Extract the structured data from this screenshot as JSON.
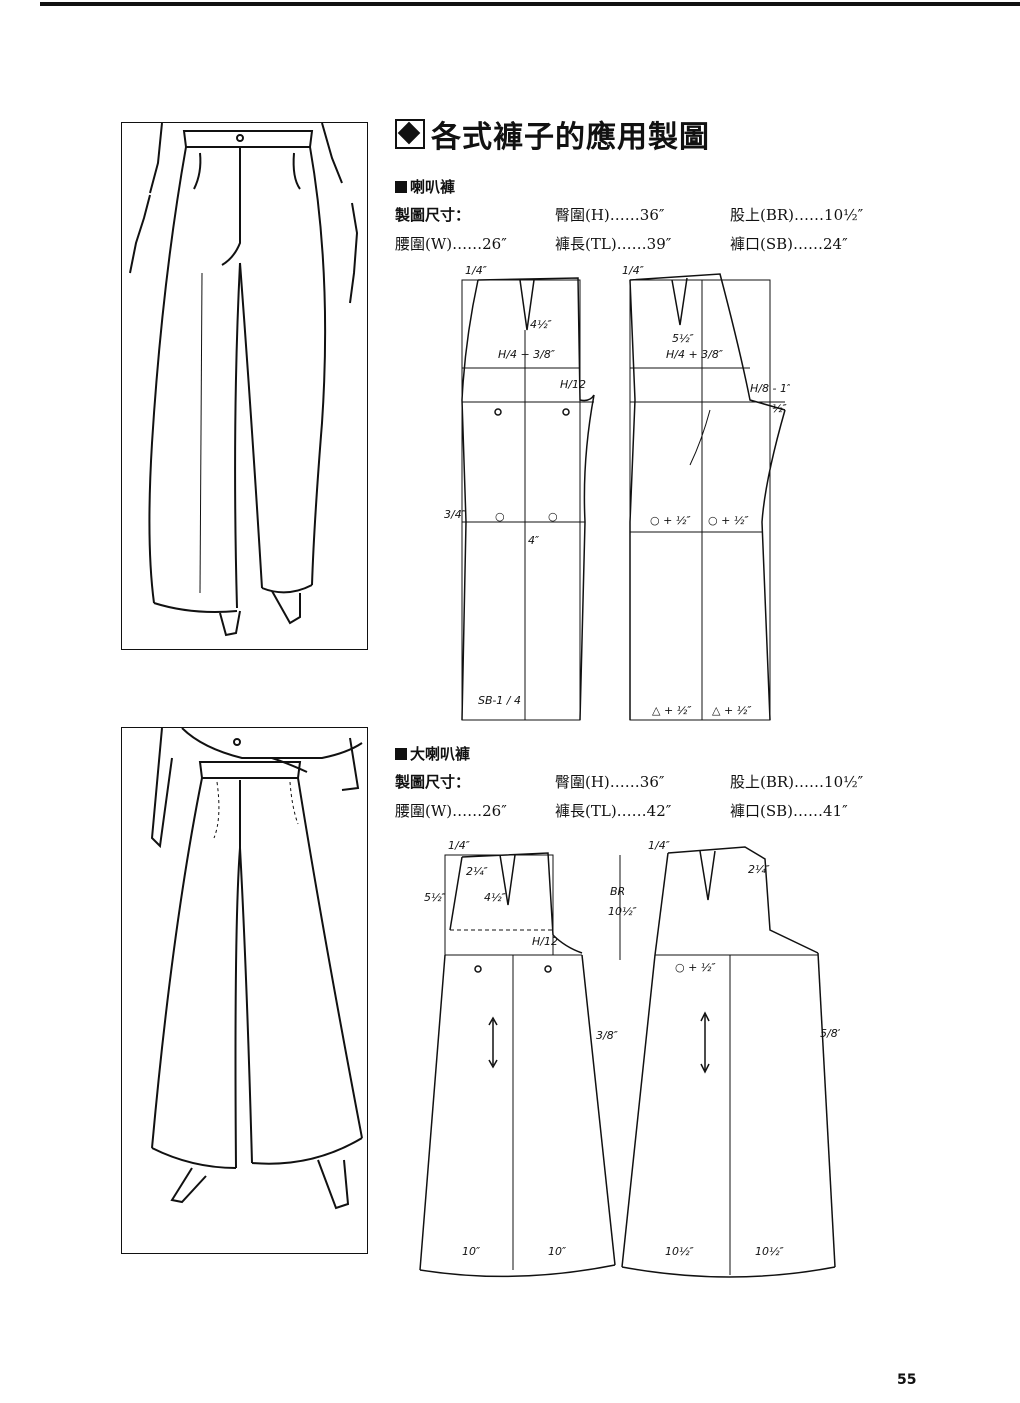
{
  "page": {
    "title": "各式褲子的應用製圖",
    "page_number": "55"
  },
  "sections": [
    {
      "name": "喇叭褲",
      "spec_label": "製圖尺寸：",
      "specs": {
        "hip": "臀圍(H)……36″",
        "crotch": "股上(BR)……10½″",
        "waist": "腰圍(W)……26″",
        "length": "褲長(TL)……39″",
        "hem": "褲口(SB)……24″"
      },
      "labels": {
        "front_hip": "H/4 + 3/8″",
        "back_hip": "H/4 + 3/8″",
        "dart_front": "4½″",
        "dart_back": "5½″",
        "crotch_front": "H/12",
        "crotch_back": "H/8 - 1″",
        "half": "½″",
        "knee_front_a": "○",
        "knee_front_b": "○",
        "knee_back_a": "○ + ½″",
        "knee_back_b": "○ + ½″",
        "knee_side": "3/4″",
        "knee_offset": "4″",
        "hem_front": "SB-1 / 4",
        "hem_back_a": "△ + ½″",
        "hem_back_b": "△ + ½″",
        "top_front": "1/4″",
        "top_back": "1/4″"
      }
    },
    {
      "name": "大喇叭褲",
      "spec_label": "製圖尺寸：",
      "specs": {
        "hip": "臀圍(H)……36″",
        "crotch": "股上(BR)……10½″",
        "waist": "腰圍(W)……26″",
        "length": "褲長(TL)……42″",
        "hem": "褲口(SB)……41″"
      },
      "labels": {
        "top_front": "1/4″",
        "top_back": "1/4″",
        "yoke_front": "2¼″",
        "yoke_back": "2¼″",
        "side_front": "5½″",
        "dart_front": "4½″",
        "crotch_front": "H/12",
        "br": "BR",
        "br_value": "10½″",
        "knee_back": "○ + ½″",
        "side_front_flare": "3/8″",
        "side_back_flare": "5/8″",
        "hem_front_a": "10″",
        "hem_front_b": "10″",
        "hem_back_a": "10½″",
        "hem_back_b": "10½″"
      }
    }
  ]
}
